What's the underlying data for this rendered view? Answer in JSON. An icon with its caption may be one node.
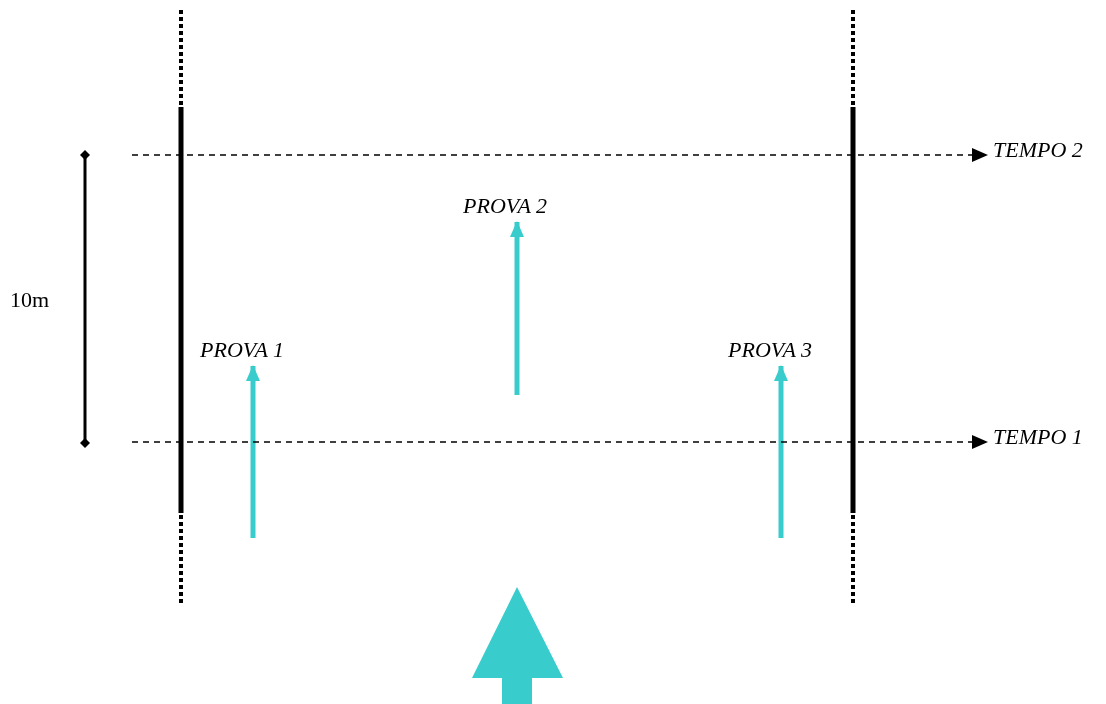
{
  "diagram": {
    "nodes": [
      {
        "text": [
          "TEMPO 2"
        ]
      },
      {
        "text": [
          "PROVA 2"
        ]
      },
      {
        "text": [
          "PROVA 1"
        ]
      },
      {
        "text": [
          "PROVA 3"
        ]
      },
      {
        "text": [
          "TEMPO 1"
        ]
      }
    ],
    "edges": [
      {
        "from": null,
        "to": 0,
        "arrow": "to",
        "style": "dashed",
        "color": "#000000"
      },
      {
        "from": null,
        "to": 1,
        "arrow": "to",
        "color": "#38cccc"
      },
      {
        "from": null,
        "to": 2,
        "arrow": "to",
        "color": "#38cccc"
      },
      {
        "from": null,
        "to": 3,
        "arrow": "to",
        "color": "#38cccc"
      },
      {
        "from": null,
        "to": 4,
        "arrow": "to",
        "style": "dashed",
        "color": "#000000"
      }
    ],
    "labels": [
      "10m"
    ]
  }
}
